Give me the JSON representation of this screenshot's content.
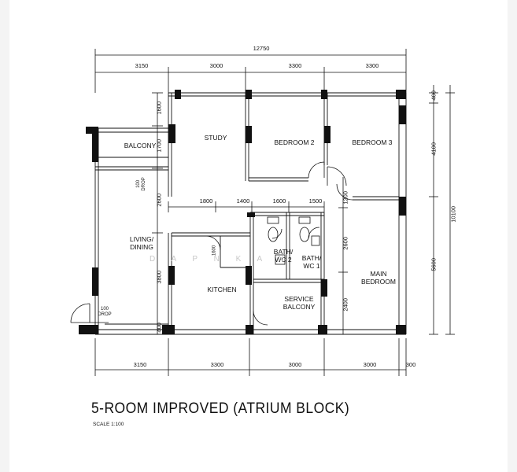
{
  "title": "5-ROOM IMPROVED (ATRIUM BLOCK)",
  "scale": "SCALE   1:100",
  "watermark": "D A P   N   K   A N",
  "rooms": {
    "balcony": "BALCONY",
    "study": "STUDY",
    "bedroom2": "BEDROOM 2",
    "bedroom3": "BEDROOM 3",
    "living": "LIVING/\nDINING",
    "kitchen": "KITCHEN",
    "bath2": "BATH/\nWC 2",
    "bath1": "BATH/\nWC 1",
    "main_bedroom": "MAIN\nBEDROOM",
    "service_balcony": "SERVICE\nBALCONY"
  },
  "notes": {
    "drop_top": "100\nDROP",
    "drop_bottom": "100\nDROP",
    "kitchen_1600": "1600"
  },
  "dims": {
    "overall_top": "12750",
    "top": [
      "3150",
      "3000",
      "3300",
      "3300"
    ],
    "bottom": [
      "3150",
      "3300",
      "3000",
      "3000",
      "300"
    ],
    "inner": [
      "1800",
      "1400",
      "1600",
      "1500"
    ],
    "left": [
      "1600",
      "1700",
      "2600",
      "3800",
      "400"
    ],
    "mid": [
      "1200",
      "2600",
      "2400"
    ],
    "right": [
      "400",
      "4100",
      "5600"
    ],
    "overall_right": "10100"
  }
}
